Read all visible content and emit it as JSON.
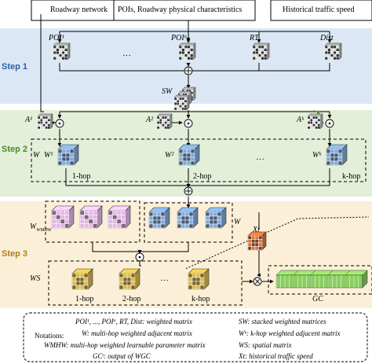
{
  "inputs": {
    "roadway_network": "Roadway network",
    "pois": "POIs, Roadway physical characteristics",
    "traffic": "Historical traffic speed"
  },
  "steps": {
    "step1": "Step 1",
    "step2": "Step 2",
    "step3": "Step 3"
  },
  "step1": {
    "matrices": [
      "POI¹",
      "POI⁶",
      "RT",
      "Dist"
    ],
    "ellipsis": "···",
    "oplus": "⊕",
    "sw": "SW"
  },
  "step2": {
    "adj": [
      "A¹",
      "A²",
      "Aᵏ"
    ],
    "w_label": "W",
    "w_items": [
      "W¹",
      "W²",
      "Wᵏ"
    ],
    "hops": [
      "1-hop",
      "2-hop",
      "k-hop"
    ],
    "ellipsis": "···",
    "odot": "⊙",
    "oplus": "⊕"
  },
  "step3": {
    "wmhw": "WMHW",
    "w": "W",
    "xt": "Xt",
    "ws": "WS",
    "hops": [
      "1-hop",
      "2-hop",
      "k-hop"
    ],
    "ellipsis": "···",
    "otimes": "⊗",
    "odot": "⊙",
    "gc": "GC"
  },
  "notations": {
    "title": "Notations:",
    "items": [
      "POI¹, ..., POI⁶, RT, Dist: weighted matrix",
      "SW: stacked weighted matrices",
      "W: multi-hop weighted adjacent matrix",
      "Wᵏ: k-hop weighted adjacent matrix",
      "WMHW: multi-hop weighted learnable parameter matrix",
      "WS: spatial matrix",
      "GCᵗ: output of WGC",
      "Xt: historical traffic speed"
    ]
  },
  "colors": {
    "step1_bg": "#dbe7f5",
    "step2_bg": "#e3efd8",
    "step3_bg": "#fbf0d7",
    "step1_text": "#2e5fa8",
    "step2_text": "#4e8a2c",
    "step3_text": "#b07d1a",
    "blue_cube": "#7fa8d8",
    "pink_cube": "#e2b8e6",
    "gold_cube": "#d9b84a",
    "orange_cube": "#d9733a",
    "green_cube": "#8ccf62"
  }
}
